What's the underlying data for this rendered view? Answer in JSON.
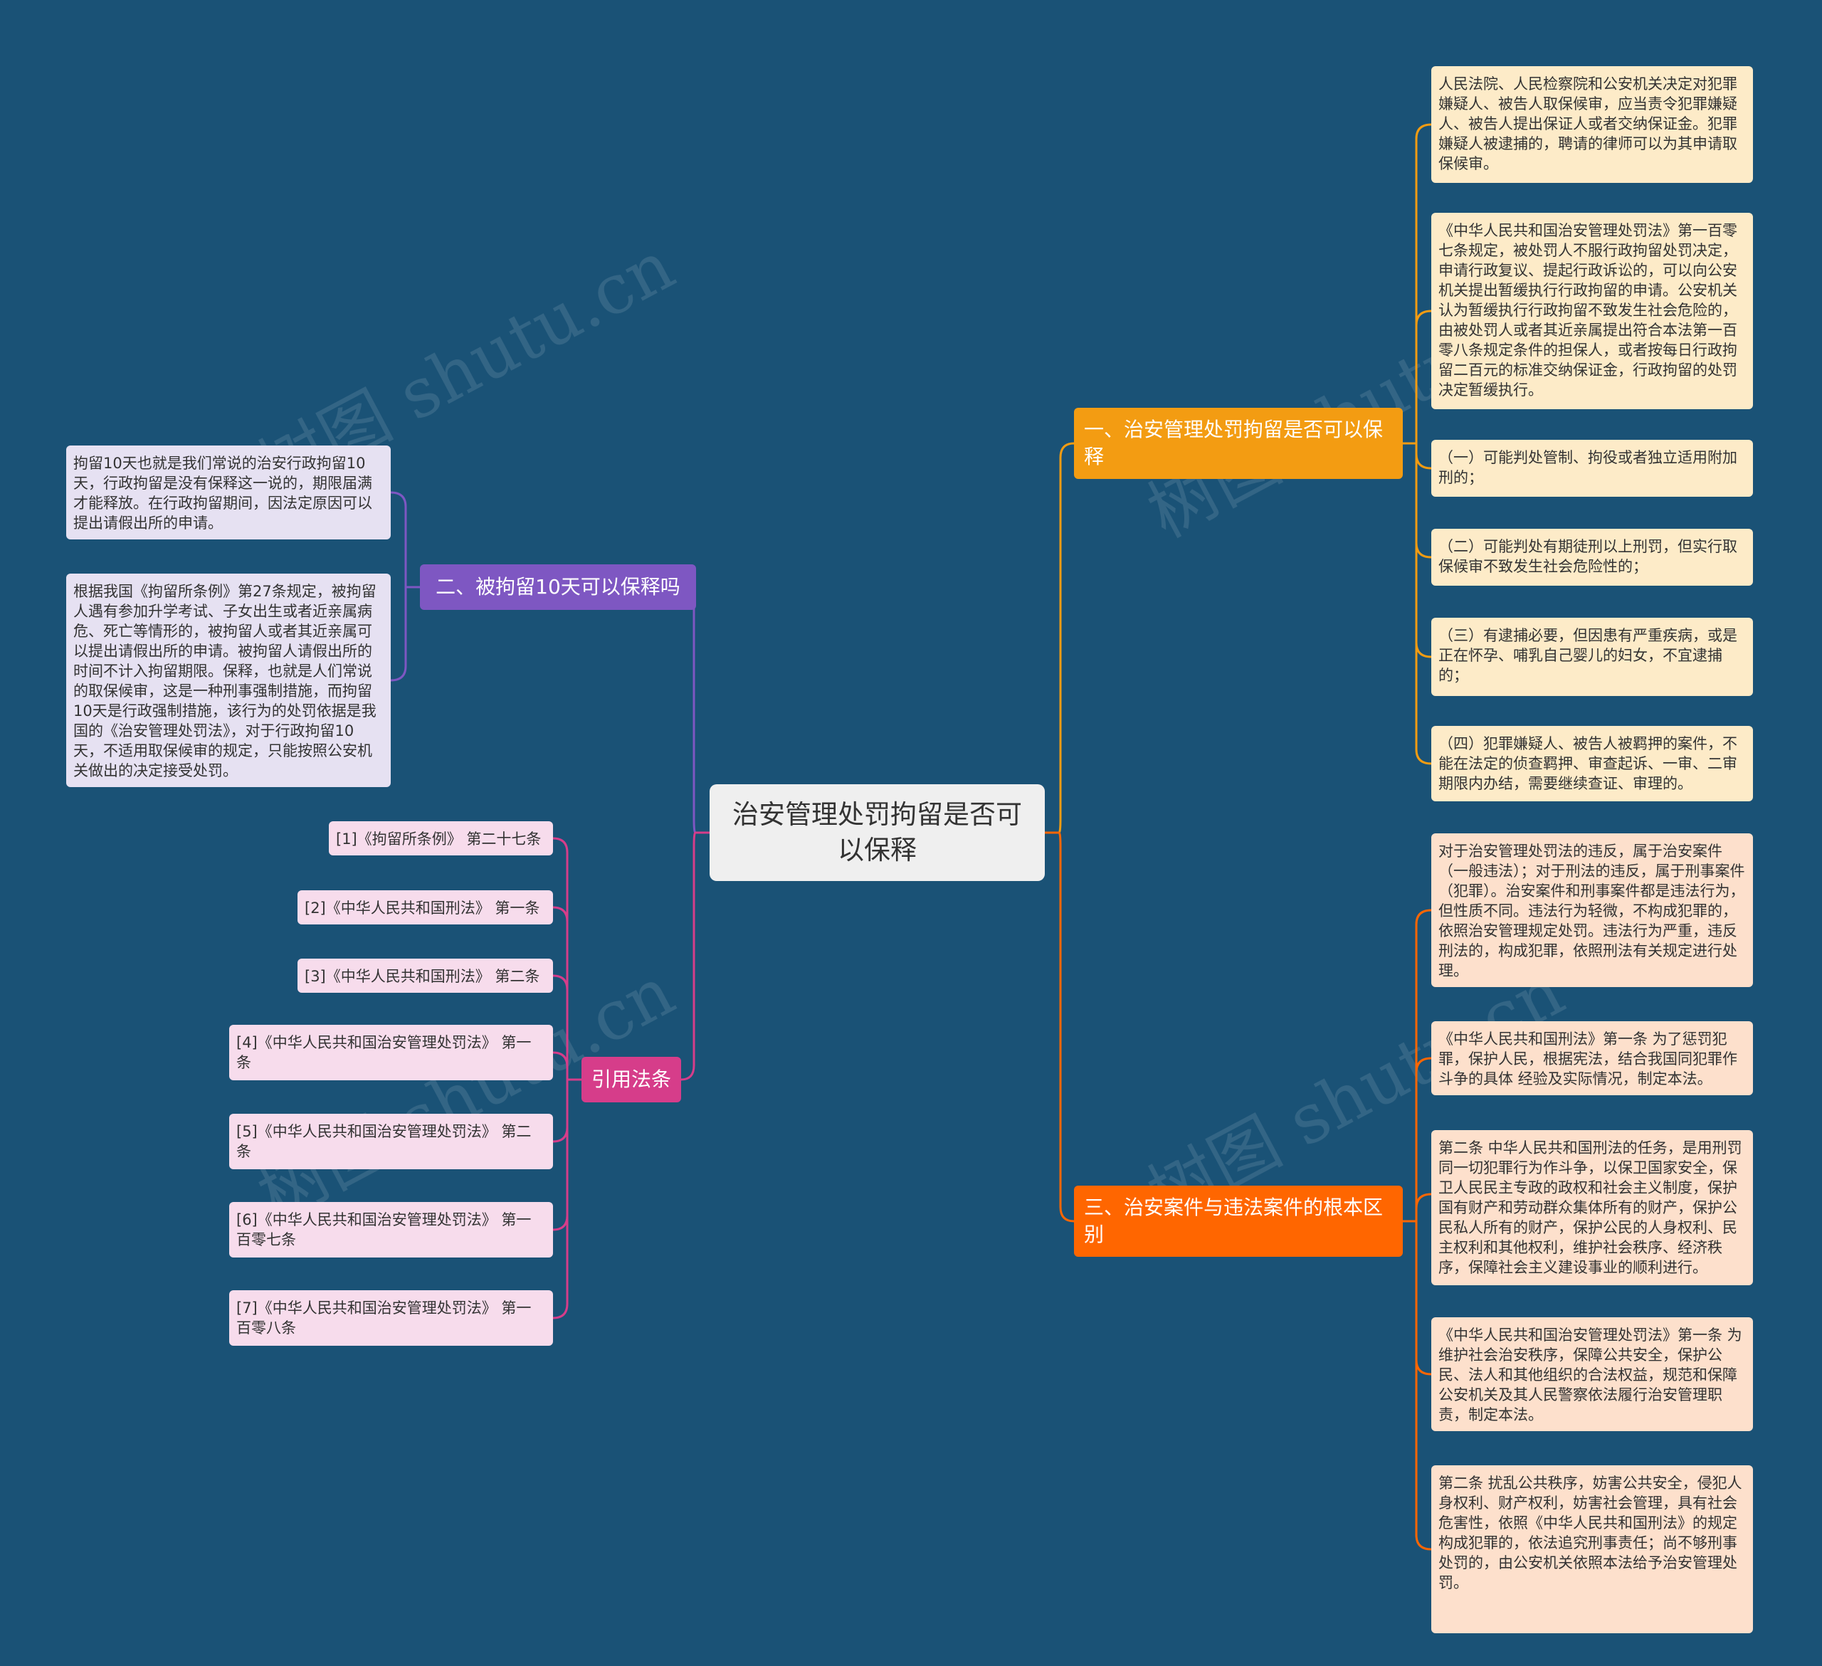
{
  "colors": {
    "background": "#1a5276",
    "branch1": "#f39c12",
    "branch2": "#7e57c2",
    "branch3": "#ff6600",
    "branch4": "#d63d8a"
  },
  "watermark": "树图 shutu.cn",
  "central": {
    "title": "治安管理处罚拘留是否可以保释"
  },
  "branch1": {
    "title": "一、治安管理处罚拘留是否可以保释",
    "leaves": [
      "人民法院、人民检察院和公安机关决定对犯罪嫌疑人、被告人取保候审，应当责令犯罪嫌疑人、被告人提出保证人或者交纳保证金。犯罪嫌疑人被逮捕的，聘请的律师可以为其申请取保候审。",
      "《中华人民共和国治安管理处罚法》第一百零七条规定，被处罚人不服行政拘留处罚决定，申请行政复议、提起行政诉讼的，可以向公安机关提出暂缓执行行政拘留的申请。公安机关认为暂缓执行行政拘留不致发生社会危险的，由被处罚人或者其近亲属提出符合本法第一百零八条规定条件的担保人，或者按每日行政拘留二百元的标准交纳保证金，行政拘留的处罚决定暂缓执行。",
      "（一）可能判处管制、拘役或者独立适用附加刑的；",
      "（二）可能判处有期徒刑以上刑罚，但实行取保候审不致发生社会危险性的；",
      "（三）有逮捕必要，但因患有严重疾病，或是正在怀孕、哺乳自己婴儿的妇女，不宜逮捕的；",
      "（四）犯罪嫌疑人、被告人被羁押的案件，不能在法定的侦查羁押、审查起诉、一审、二审期限内办结，需要继续查证、审理的。"
    ]
  },
  "branch2": {
    "title": "二、被拘留10天可以保释吗",
    "leaves": [
      "拘留10天也就是我们常说的治安行政拘留10天，行政拘留是没有保释这一说的，期限届满才能释放。在行政拘留期间，因法定原因可以提出请假出所的申请。",
      "根据我国《拘留所条例》第27条规定，被拘留人遇有参加升学考试、子女出生或者近亲属病危、死亡等情形的，被拘留人或者其近亲属可以提出请假出所的申请。被拘留人请假出所的时间不计入拘留期限。保释，也就是人们常说的取保候审，这是一种刑事强制措施，而拘留10天是行政强制措施，该行为的处罚依据是我国的《治安管理处罚法》，对于行政拘留10天，不适用取保候审的规定，只能按照公安机关做出的决定接受处罚。"
    ]
  },
  "branch3": {
    "title": "三、治安案件与违法案件的根本区别",
    "leaves": [
      "对于治安管理处罚法的违反，属于治安案件（一般违法）；对于刑法的违反，属于刑事案件（犯罪）。治安案件和刑事案件都是违法行为，但性质不同。违法行为轻微，不构成犯罪的，依照治安管理规定处罚。违法行为严重，违反刑法的，构成犯罪，依照刑法有关规定进行处理。",
      "《中华人民共和国刑法》第一条 为了惩罚犯罪，保护人民，根据宪法，结合我国同犯罪作斗争的具体 经验及实际情况，制定本法。",
      "第二条 中华人民共和国刑法的任务，是用刑罚同一切犯罪行为作斗争，以保卫国家安全，保卫人民民主专政的政权和社会主义制度，保护国有财产和劳动群众集体所有的财产，保护公民私人所有的财产，保护公民的人身权利、民主权利和其他权利，维护社会秩序、经济秩序，保障社会主义建设事业的顺利进行。",
      "《中华人民共和国治安管理处罚法》第一条 为维护社会治安秩序，保障公共安全，保护公民、法人和其他组织的合法权益，规范和保障公安机关及其人民警察依法履行治安管理职责，制定本法。",
      "第二条 扰乱公共秩序，妨害公共安全，侵犯人身权利、财产权利，妨害社会管理，具有社会危害性，依照《中华人民共和国刑法》的规定构成犯罪的，依法追究刑事责任；尚不够刑事处罚的，由公安机关依照本法给予治安管理处罚。"
    ]
  },
  "branch4": {
    "title": "引用法条",
    "leaves": [
      "[1]《拘留所条例》 第二十七条",
      "[2]《中华人民共和国刑法》 第一条",
      "[3]《中华人民共和国刑法》 第二条",
      "[4]《中华人民共和国治安管理处罚法》 第一条",
      "[5]《中华人民共和国治安管理处罚法》 第二条",
      "[6]《中华人民共和国治安管理处罚法》 第一百零七条",
      "[7]《中华人民共和国治安管理处罚法》 第一百零八条"
    ]
  }
}
